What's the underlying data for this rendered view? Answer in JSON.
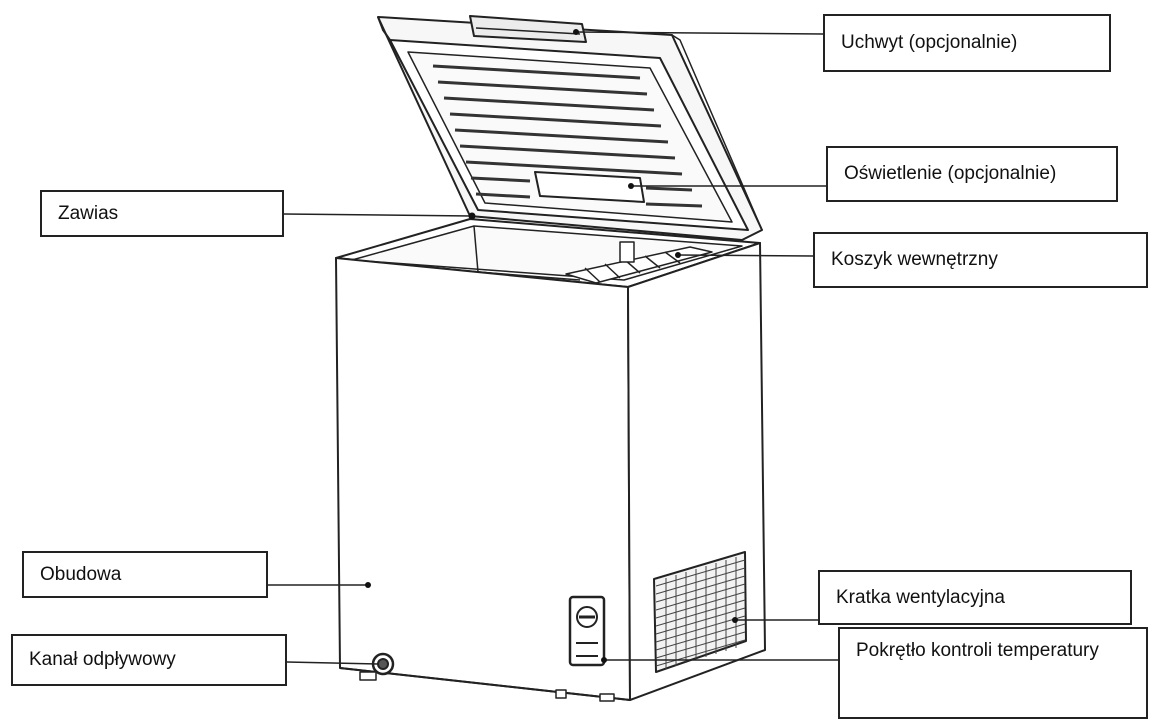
{
  "diagram": {
    "colors": {
      "line": "#222222",
      "background": "#ffffff"
    },
    "labels": {
      "handle": "Uchwyt (opcjonalnie)",
      "lighting": "Oświetlenie (opcjonalnie)",
      "hinge": "Zawias",
      "inner_basket": "Koszyk wewnętrzny",
      "housing": "Obudowa",
      "drain": "Kanał odpływowy",
      "vent_grille": "Kratka wentylacyjna",
      "temp_knob": "Pokrętło kontroli temperatury"
    }
  }
}
